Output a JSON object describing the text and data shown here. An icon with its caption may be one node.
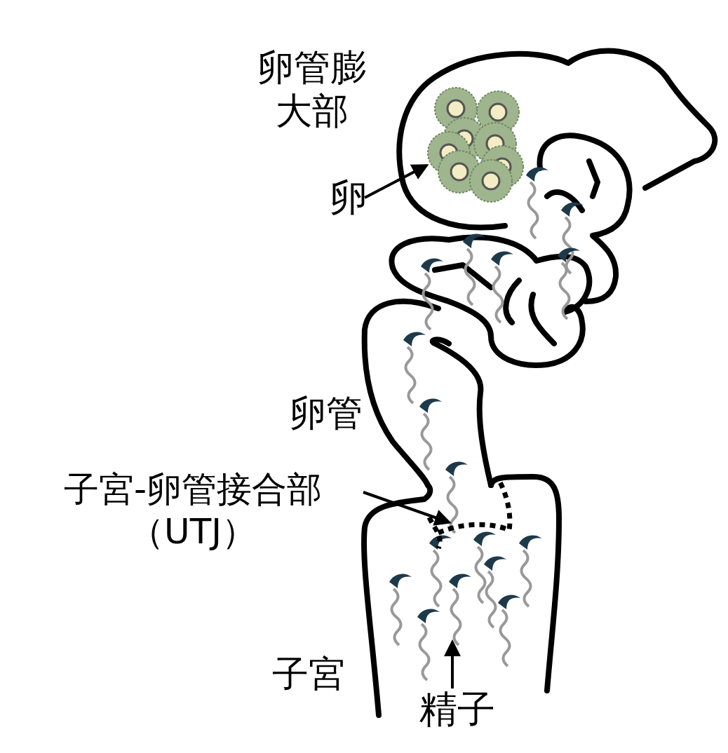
{
  "diagram": {
    "nodes": [
      {
        "text": [
          "卵"
        ]
      },
      {
        "text": [],
        "shape": "picture"
      },
      {
        "text": [
          "子宮-卵管接合部（UTJ）"
        ]
      },
      {
        "text": [],
        "shape": "line"
      },
      {
        "text": [
          "精子"
        ]
      },
      {
        "text": [],
        "shape": "picture"
      }
    ],
    "edges": [
      {
        "from": 0,
        "to": 1,
        "arrow": "to"
      },
      {
        "from": 2,
        "to": 3,
        "arrow": "to"
      },
      {
        "from": 4,
        "to": 5,
        "arrow": "to"
      }
    ],
    "labels": [
      "卵管膨大部",
      "卵管",
      "子宮"
    ]
  }
}
